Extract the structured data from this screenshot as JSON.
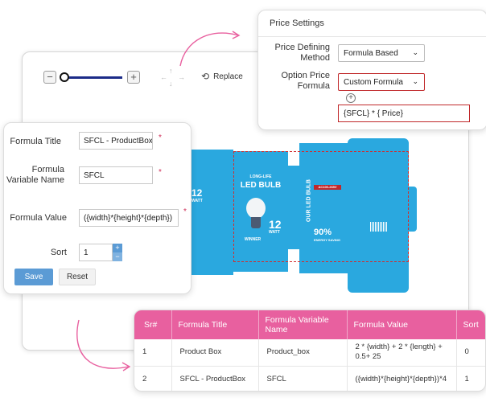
{
  "toolbar": {
    "zoom_out": "−",
    "zoom_in": "+",
    "replace_label": "Replace",
    "zoom_value": 0.05
  },
  "price_settings": {
    "title": "Price Settings",
    "defining_method_label": "Price Defining Method",
    "defining_method_value": "Formula Based",
    "option_formula_label": "Option Price Formula",
    "option_formula_value": "Custom Formula",
    "expression": "{SFCL} * { Price}"
  },
  "formula_form": {
    "title_label": "Formula Title",
    "title_value": "SFCL - ProductBox",
    "variable_label": "Formula Variable Name",
    "variable_value": "SFCL",
    "value_label": "Formula Value",
    "value_value": "({width}*{height}*{depth})",
    "sort_label": "Sort",
    "sort_value": "1",
    "required_mark": "*",
    "save_label": "Save",
    "reset_label": "Reset"
  },
  "formula_table": {
    "headers": [
      "Sr#",
      "Formula Title",
      "Formula Variable Name",
      "Formula Value",
      "Sort"
    ],
    "rows": [
      [
        "1",
        "Product Box",
        "Product_box",
        "2 * {width} + 2 * {length} + 0.5+ 25",
        "0"
      ],
      [
        "2",
        "SFCL - ProductBox",
        "SFCL",
        "({width}*{height}*{depth})*4",
        "1"
      ]
    ]
  },
  "dieline": {
    "brand_top": "LONG-LIFE",
    "brand_main": "LED BULB",
    "side_text": "OUR LED BULB",
    "voltage": "AC100-265V",
    "watt_number": "12",
    "watt_unit": "WATT",
    "percent": "90%",
    "percent_caption": "ENERGY SAVING",
    "winner": "WINNER",
    "left_number": "12",
    "left_unit": "WATT"
  },
  "colors": {
    "accent_pink": "#e8609f",
    "button_blue": "#5b9bd5",
    "error_red": "#c0282a",
    "package_blue": "#2aa8df",
    "slider_navy": "#1b2b88"
  }
}
